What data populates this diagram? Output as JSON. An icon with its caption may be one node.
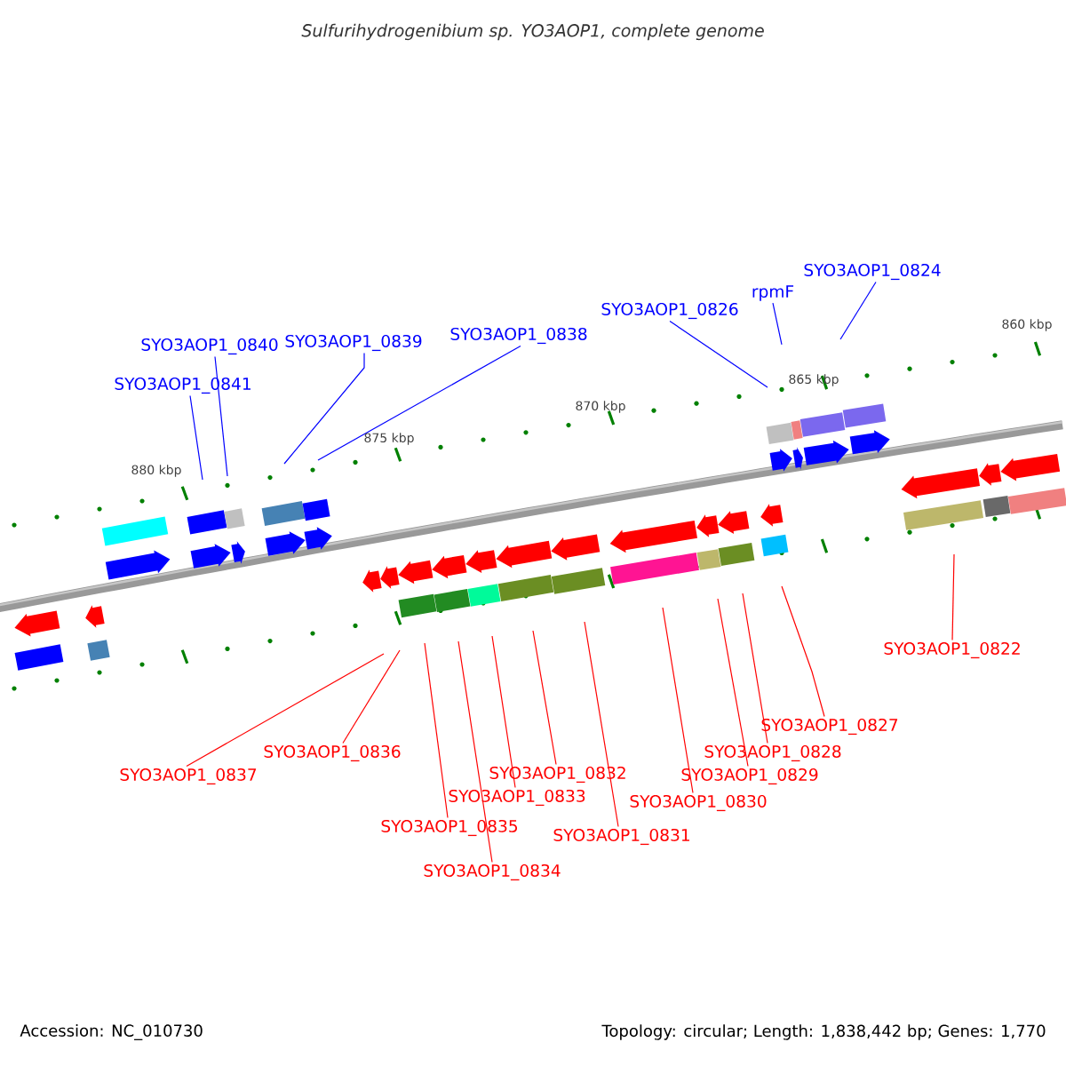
{
  "diagram": {
    "title": "Sulfurihydrogenibium sp. YO3AOP1, complete genome",
    "nodes": [
      {
        "text": [
          "SYO3AOP1_0841"
        ]
      },
      {
        "text": [
          "SYO3AOP1_0840"
        ]
      },
      {
        "text": [
          "SYO3AOP1_0839"
        ]
      },
      {
        "text": [
          "SYO3AOP1_0838"
        ]
      },
      {
        "text": [
          "SYO3AOP1_0826"
        ]
      },
      {
        "text": [
          "rpmF"
        ]
      },
      {
        "text": [
          "SYO3AOP1_0824"
        ]
      },
      {
        "text": [
          "SYO3AOP1_0822"
        ]
      },
      {
        "text": [
          "SYO3AOP1_0837"
        ]
      },
      {
        "text": [
          "SYO3AOP1_0836"
        ]
      },
      {
        "text": [
          "SYO3AOP1_0835"
        ]
      },
      {
        "text": [
          "SYO3AOP1_0834"
        ]
      },
      {
        "text": [
          "SYO3AOP1_0833"
        ]
      },
      {
        "text": [
          "SYO3AOP1_0832"
        ]
      },
      {
        "text": [
          "SYO3AOP1_0831"
        ]
      },
      {
        "text": [
          "SYO3AOP1_0830"
        ]
      },
      {
        "text": [
          "SYO3AOP1_0829"
        ]
      },
      {
        "text": [
          "SYO3AOP1_0828"
        ]
      },
      {
        "text": [
          "SYO3AOP1_0827"
        ]
      }
    ],
    "edges": [
      {
        "from": 0,
        "to": null,
        "arrow": "none",
        "color": "#0000ff"
      },
      {
        "from": 1,
        "to": null,
        "arrow": "none",
        "color": "#0000ff"
      },
      {
        "from": 2,
        "to": null,
        "arrow": "none",
        "color": "#0000ff"
      },
      {
        "from": 3,
        "to": null,
        "arrow": "none",
        "color": "#0000ff"
      },
      {
        "from": 4,
        "to": null,
        "arrow": "none",
        "color": "#0000ff"
      },
      {
        "from": 5,
        "to": null,
        "arrow": "none",
        "color": "#0000ff"
      },
      {
        "from": 6,
        "to": null,
        "arrow": "none",
        "color": "#0000ff"
      },
      {
        "from": 7,
        "to": null,
        "arrow": "none"
      },
      {
        "from": 8,
        "to": null,
        "arrow": "none"
      },
      {
        "from": 9,
        "to": null,
        "arrow": "none"
      },
      {
        "from": 10,
        "to": null,
        "arrow": "none"
      },
      {
        "from": 11,
        "to": null,
        "arrow": "none"
      },
      {
        "from": 12,
        "to": null,
        "arrow": "none"
      },
      {
        "from": 13,
        "to": null,
        "arrow": "none"
      },
      {
        "from": 14,
        "to": null,
        "arrow": "none"
      },
      {
        "from": 15,
        "to": null,
        "arrow": "none"
      },
      {
        "from": 16,
        "to": null,
        "arrow": "none"
      },
      {
        "from": 17,
        "to": null,
        "arrow": "none"
      },
      {
        "from": 18,
        "to": null,
        "arrow": "none"
      }
    ],
    "labels": [
      "860 kbp",
      "865 kbp",
      "870 kbp",
      "875 kbp",
      "880 kbp",
      "Accession: NC_010730",
      "Topology: circular; Length: 1,838,442 bp; Genes: 1,770"
    ]
  }
}
